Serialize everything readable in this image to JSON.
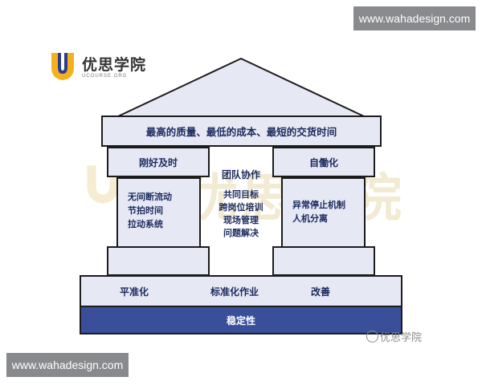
{
  "watermark": {
    "site_top": "www.wahadesign.com",
    "site_bottom": "www.wahadesign.com",
    "corner_label": "优思学院"
  },
  "logo": {
    "name": "优思学院",
    "sub": "UCOURSE.ORG",
    "icon": "u-shield-logo-icon"
  },
  "house": {
    "roof_title": "最高的质量、最低的成本、最短的交货时间",
    "left_pillar": {
      "title": "刚好及时",
      "items": [
        "无间断流动",
        "节拍时间",
        "拉动系统"
      ]
    },
    "center": {
      "title": "团队协作",
      "items": [
        "共同目标",
        "跨岗位培训",
        "现场管理",
        "问题解决"
      ]
    },
    "right_pillar": {
      "title": "自働化",
      "items": [
        "异常停止机制",
        "人机分离"
      ]
    },
    "foundation": {
      "items": [
        "平准化",
        "标准化作业",
        "改善"
      ]
    },
    "base": "稳定性"
  },
  "colors": {
    "block_fill": "#e6e9f4",
    "base_fill": "#3a4f9a",
    "text": "#1b2a5e",
    "outline": "#1c1c1c"
  }
}
